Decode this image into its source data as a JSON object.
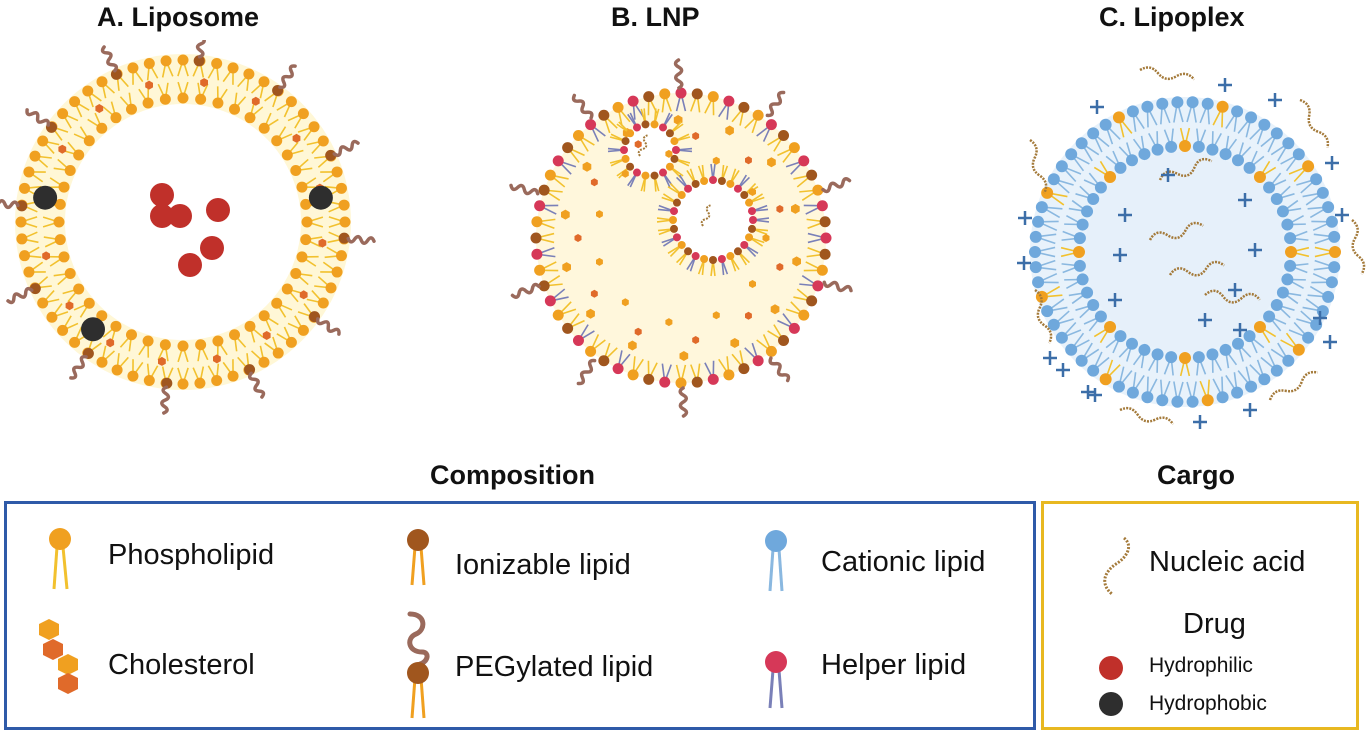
{
  "panels": {
    "a_title": "A.  Liposome",
    "b_title": "B.  LNP",
    "c_title": "C.  Lipoplex"
  },
  "composition": {
    "title": "Composition",
    "items": {
      "phospholipid": "Phospholipid",
      "cholesterol": "Cholesterol",
      "ionizable": "Ionizable lipid",
      "pegylated": "PEGylated lipid",
      "cationic": "Cationic lipid",
      "helper": "Helper lipid"
    }
  },
  "cargo": {
    "title": "Cargo",
    "nucleic": "Nucleic acid",
    "drug": "Drug",
    "hydrophilic": "Hydrophilic",
    "hydrophobic": "Hydrophobic"
  },
  "colors": {
    "phospholipid": "#f0a020",
    "phospholipid_tail": "#f2c12e",
    "cholesterol": "#e06a2a",
    "ionizable": "#a0561e",
    "peg": "#9a6a5c",
    "cationic": "#6fa8dc",
    "cationic_tail": "#8ab8e0",
    "helper": "#d63858",
    "helper_tail": "#7a80b8",
    "hydrophilic": "#c0302a",
    "hydrophobic": "#2e2e2e",
    "liposome_fill": "#fff7d6",
    "lnp_fill": "#fff7dc",
    "lipoplex_fill": "#e8f2fb",
    "nucleic": "#a47a3a",
    "plus": "#3c6ea8",
    "composition_border": "#2f5aa8",
    "cargo_border": "#e8b820"
  }
}
